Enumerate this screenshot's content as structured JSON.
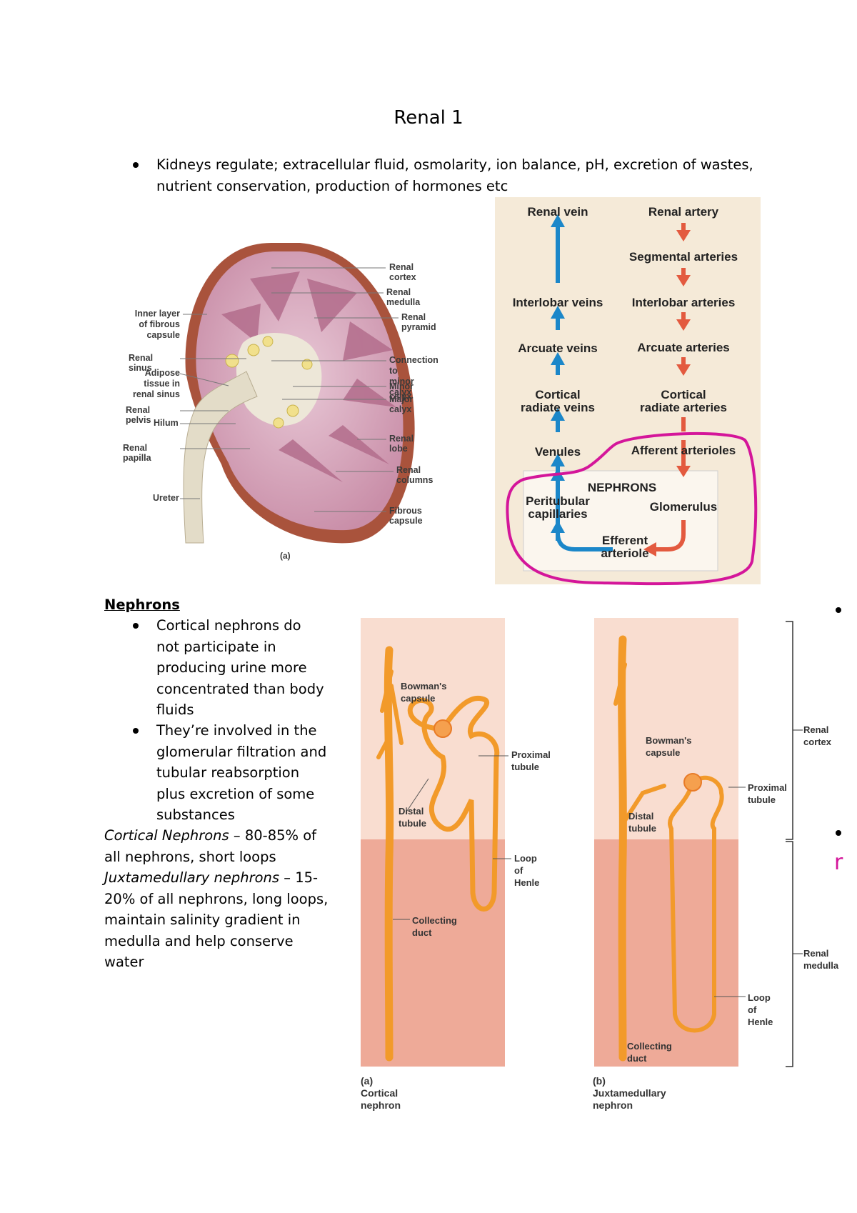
{
  "title": "Renal 1",
  "intro_bullet": [
    "Kidneys regulate; extracellular fluid, osmolarity, ion balance, pH, excretion of wastes,",
    "nutrient conservation, production of hormones etc"
  ],
  "kidney_figure": {
    "labels": {
      "renal_cortex": "Renal cortex",
      "renal_medulla": "Renal medulla",
      "renal_pyramid": "Renal pyramid",
      "inner_layer": [
        "Inner layer",
        "of fibrous",
        "capsule"
      ],
      "renal_sinus": "Renal sinus",
      "adipose": [
        "Adipose",
        "tissue in",
        "renal sinus"
      ],
      "connection": [
        "Connection to",
        "minor calyx"
      ],
      "minor_calyx": "Minor calyx",
      "major_calyx": "Major calyx",
      "renal_pelvis": "Renal pelvis",
      "hilum": "Hilum",
      "renal_lobe": "Renal lobe",
      "renal_papilla": "Renal papilla",
      "renal_columns": "Renal columns",
      "ureter": "Ureter",
      "fibrous_capsule": "Fibrous capsule",
      "caption": "(a)"
    }
  },
  "flow_figure": {
    "renal_vein": "Renal vein",
    "renal_artery": "Renal artery",
    "segmental_arteries": "Segmental arteries",
    "interlobar_veins": "Interlobar veins",
    "interlobar_arteries": "Interlobar arteries",
    "arcuate_veins": "Arcuate veins",
    "arcuate_arteries": "Arcuate arteries",
    "cortical_radiate_veins": [
      "Cortical",
      "radiate veins"
    ],
    "cortical_radiate_arteries": [
      "Cortical",
      "radiate arteries"
    ],
    "venules": "Venules",
    "afferent_arterioles": "Afferent arterioles",
    "nephrons": "NEPHRONS",
    "peritubular": [
      "Peritubular",
      "capillaries"
    ],
    "glomerulus": "Glomerulus",
    "efferent": [
      "Efferent",
      "arteriole"
    ],
    "colors": {
      "vein": "#1b87c9",
      "artery": "#e35a3f",
      "highlight": "#d4169a",
      "bg": "#f5ead8"
    }
  },
  "nephrons_section": {
    "heading": "Nephrons",
    "bullets": [
      [
        "Cortical nephrons do",
        "not participate in",
        "producing urine more",
        "concentrated than body",
        "fluids"
      ],
      [
        "They’re involved in the",
        "glomerular filtration and",
        "tubular reabsorption",
        "plus excretion of some",
        "substances"
      ]
    ],
    "cortical_label": "Cortical Nephrons",
    "cortical_text_1": " – 80-85% of",
    "cortical_text_2": "all nephrons, short loops",
    "juxta_label": "Juxtamedullary nephrons",
    "juxta_text_1": " – 15-",
    "juxta_text_rest": [
      "20% of all nephrons, long loops,",
      "maintain salinity gradient in",
      "medulla and help conserve",
      "water"
    ]
  },
  "nephron_figure": {
    "a": {
      "bowmans": "Bowman's capsule",
      "proximal": [
        "Proximal",
        "tubule"
      ],
      "distal": [
        "Distal",
        "tubule"
      ],
      "loop": [
        "Loop of",
        "Henle"
      ],
      "collecting": [
        "Collecting",
        "duct"
      ],
      "caption": "(a) Cortical nephron"
    },
    "b": {
      "bowmans": "Bowman's capsule",
      "proximal": [
        "Proximal",
        "tubule"
      ],
      "distal": [
        "Distal",
        "tubule"
      ],
      "loop": [
        "Loop of",
        "Henle"
      ],
      "collecting": [
        "Collecting",
        "duct"
      ],
      "caption": "(b) Juxtamedullary nephron"
    },
    "renal_cortex": [
      "Renal",
      "cortex"
    ],
    "renal_medulla": [
      "Renal",
      "medulla"
    ]
  },
  "edge_fragment": "r"
}
